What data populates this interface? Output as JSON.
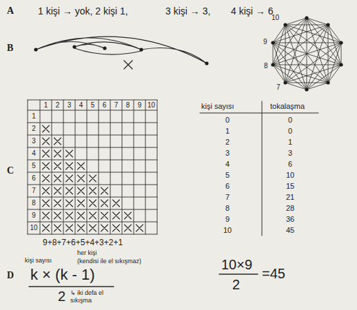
{
  "diagram": {
    "labels": [
      "A",
      "1 kişi → yok, 2 kişi 1,",
      "3 kişi → 3,",
      "4 kişi → 6",
      "B",
      "10",
      "9",
      "8",
      "7",
      "C",
      "1",
      "2",
      "3",
      "4",
      "5",
      "6",
      "7",
      "8",
      "9",
      "10",
      "1",
      "2",
      "3",
      "4",
      "5",
      "6",
      "7",
      "8",
      "9",
      "10",
      "9+8+7+6+5+4+3+2+1",
      "kişi sayısı",
      "tokalaşma",
      "0",
      "0",
      "1",
      "0",
      "2",
      "1",
      "3",
      "3",
      "4",
      "6",
      "5",
      "10",
      "6",
      "15",
      "7",
      "21",
      "8",
      "28",
      "9",
      "36",
      "10",
      "45",
      "D",
      "kişi sayısı",
      "her kişi",
      "(kendisi ile el sıkışmaz)",
      "k × (k - 1)",
      "2",
      "↳ iki defa el sıkışma",
      "10×9",
      "2",
      "=45"
    ]
  }
}
